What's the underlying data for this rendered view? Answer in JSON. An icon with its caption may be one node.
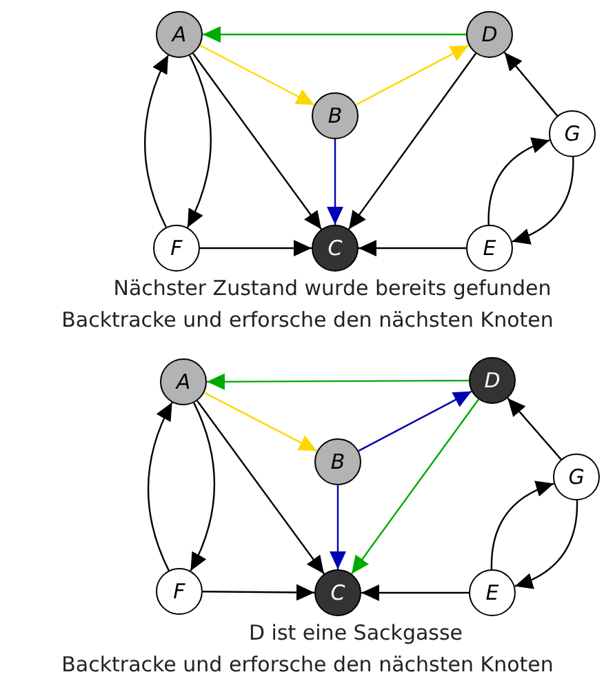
{
  "diagram": {
    "nodes": [
      {
        "text": [
          "A"
        ]
      },
      {
        "text": [
          "D"
        ]
      },
      {
        "text": [
          "B"
        ]
      },
      {
        "text": [
          "G"
        ]
      },
      {
        "text": [
          "F"
        ]
      },
      {
        "text": [
          "C"
        ]
      },
      {
        "text": [
          "E"
        ]
      },
      {
        "text": [
          "A"
        ]
      },
      {
        "text": [
          "D"
        ]
      },
      {
        "text": [
          "B"
        ]
      },
      {
        "text": [
          "G"
        ]
      },
      {
        "text": [
          "F"
        ]
      },
      {
        "text": [
          "C"
        ]
      },
      {
        "text": [
          "E"
        ]
      }
    ],
    "edges": [
      {
        "from": 1,
        "to": 0,
        "arrow": "to",
        "color": "#00aa00"
      },
      {
        "from": 0,
        "to": 2,
        "arrow": "to",
        "color": "#ffd700"
      },
      {
        "from": 2,
        "to": 1,
        "arrow": "to",
        "color": "#ffd700"
      },
      {
        "from": 2,
        "to": 5,
        "arrow": "to",
        "color": "#0000b4"
      },
      {
        "from": 0,
        "to": 5,
        "arrow": "to"
      },
      {
        "from": 1,
        "to": 5,
        "arrow": "to"
      },
      {
        "from": 0,
        "to": 4,
        "arrow": "to"
      },
      {
        "from": 4,
        "to": 0,
        "arrow": "to"
      },
      {
        "from": 4,
        "to": 5,
        "arrow": "to"
      },
      {
        "from": 6,
        "to": 5,
        "arrow": "to"
      },
      {
        "from": 3,
        "to": 1,
        "arrow": "to"
      },
      {
        "from": 6,
        "to": 3,
        "arrow": "to"
      },
      {
        "from": 3,
        "to": 6,
        "arrow": "to"
      },
      {
        "from": 8,
        "to": 7,
        "arrow": "to",
        "color": "#00aa00"
      },
      {
        "from": 7,
        "to": 9,
        "arrow": "to",
        "color": "#ffd700"
      },
      {
        "from": 9,
        "to": 8,
        "arrow": "to",
        "color": "#0000b4"
      },
      {
        "from": 9,
        "to": 12,
        "arrow": "to",
        "color": "#0000b4"
      },
      {
        "from": 7,
        "to": 12,
        "arrow": "to"
      },
      {
        "from": 8,
        "to": 12,
        "arrow": "to",
        "color": "#00aa00"
      },
      {
        "from": 7,
        "to": 11,
        "arrow": "to"
      },
      {
        "from": 11,
        "to": 7,
        "arrow": "to"
      },
      {
        "from": 11,
        "to": 12,
        "arrow": "to"
      },
      {
        "from": 13,
        "to": 12,
        "arrow": "to"
      },
      {
        "from": 10,
        "to": 8,
        "arrow": "to"
      },
      {
        "from": 13,
        "to": 10,
        "arrow": "to"
      },
      {
        "from": 10,
        "to": 13,
        "arrow": "to"
      }
    ],
    "labels": [
      "Nächster Zustand wurde bereits gefunden",
      "Backtracke und erforsche den nächsten Knoten",
      "D ist eine Sackgasse",
      "Backtracke und erforsche den nächsten Knoten"
    ]
  }
}
